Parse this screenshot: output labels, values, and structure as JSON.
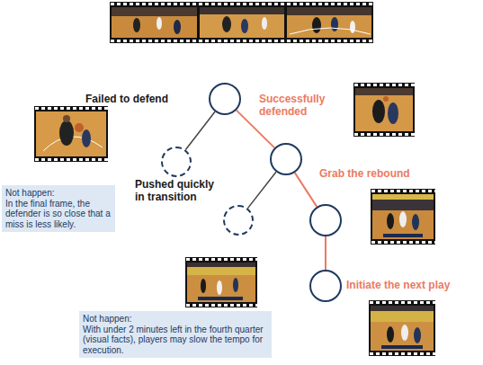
{
  "diagram": {
    "nodes": [
      {
        "text": []
      },
      {
        "text": []
      },
      {
        "text": []
      },
      {
        "text": [
          "Not happen:",
          "In the final frame, the defender is so close that a miss is less likely."
        ]
      },
      {
        "text": []
      },
      {
        "text": []
      },
      {
        "text": [
          "Not happen:",
          "With under 2 minutes left in the fourth quarter (visual facts), players may slow the tempo for execution."
        ]
      },
      {
        "text": []
      }
    ],
    "edges": [
      {
        "from": 0,
        "to": 1,
        "arrow": "none",
        "label": "Failed to defend"
      },
      {
        "from": 0,
        "to": 2,
        "arrow": "none",
        "label": "Successfully defended"
      },
      {
        "from": 2,
        "to": 4,
        "arrow": "none",
        "label": "Pushed quickly in transition"
      },
      {
        "from": 2,
        "to": 5,
        "arrow": "none",
        "label": "Grab the rebound"
      },
      {
        "from": 5,
        "to": 7,
        "arrow": "none",
        "label": "Initiate the next play"
      }
    ]
  }
}
